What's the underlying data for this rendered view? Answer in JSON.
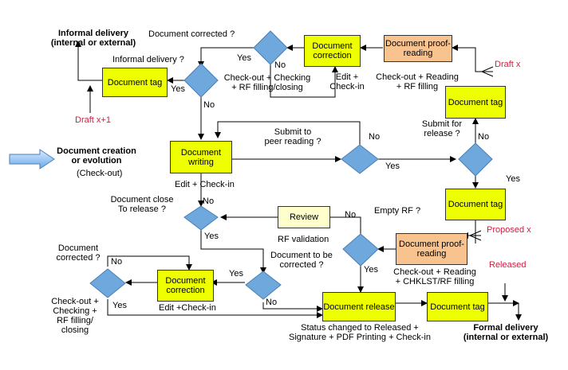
{
  "colors": {
    "yellow_box": "#eeff00",
    "cream_box": "#ffffcc",
    "peach_box": "#f9c38f",
    "diamond": "#6fa8dc",
    "arrow": "#000000",
    "red_note": "#cc2244"
  },
  "boxes": {
    "doc_tag_informal": "Document tag",
    "doc_correction_top": "Document correction",
    "doc_proof_top": "Document proof-reading",
    "doc_tag_right_top": "Document tag",
    "doc_writing": "Document writing",
    "doc_tag_right_mid": "Document tag",
    "review": "Review",
    "doc_proof_bottom": "Document proof-reading",
    "doc_correction_bottom": "Document correction",
    "doc_release": "Document release",
    "doc_tag_bottom": "Document tag"
  },
  "texts": {
    "informal_delivery_title": "Informal delivery\n(internal or external)",
    "document_corrected_q_top": "Document corrected ?",
    "informal_delivery_q": "Informal delivery ?",
    "draft_x1": "Draft x+1",
    "yes_tag_informal": "Yes",
    "yes_top": "Yes",
    "no_top": "No",
    "checkout_checking_top": "Check-out + Checking\n+ RF filling/closing",
    "edit_checkin_top": "Edit +\nCheck-in",
    "checkout_reading_top": "Check-out + Reading\n+ RF filling",
    "draft_x": "Draft x",
    "no_informal": "No",
    "creation": "Document creation\nor evolution",
    "checkout_paren": "(Check-out)",
    "submit_peer": "Submit to\npeer reading ?",
    "no_peer": "No",
    "yes_peer": "Yes",
    "submit_release": "Submit for\nrelease ?",
    "no_release": "No",
    "yes_release": "Yes",
    "edit_checkin_mid": "Edit + Check-in",
    "doc_close_release": "Document close\nTo release ?",
    "no_close": "No",
    "yes_close": "Yes",
    "rf_validation": "RF validation",
    "empty_rf": "Empty RF ?",
    "no_empty": "No",
    "yes_empty": "Yes",
    "proposed_x": "Proposed x",
    "doc_to_be_corrected": "Document to be\ncorrected ?",
    "doc_corrected_bottom": "Document\ncorrected ?",
    "no_bottom_left": "No",
    "yes_bottom_mid": "Yes",
    "no_bottom_mid": "No",
    "yes_bottom_left": "Yes",
    "checkout_checking_bottom": "Check-out +\nChecking +\nRF filling/\nclosing",
    "edit_checkin_bottom": "Edit +Check-in",
    "checkout_reading_bottom": "Check-out + Reading\n+ CHKLST/RF filling",
    "released": "Released",
    "status_changed": "Status changed to Released +\nSignature + PDF Printing + Check-in",
    "formal_delivery": "Formal delivery\n(internal or external)"
  }
}
